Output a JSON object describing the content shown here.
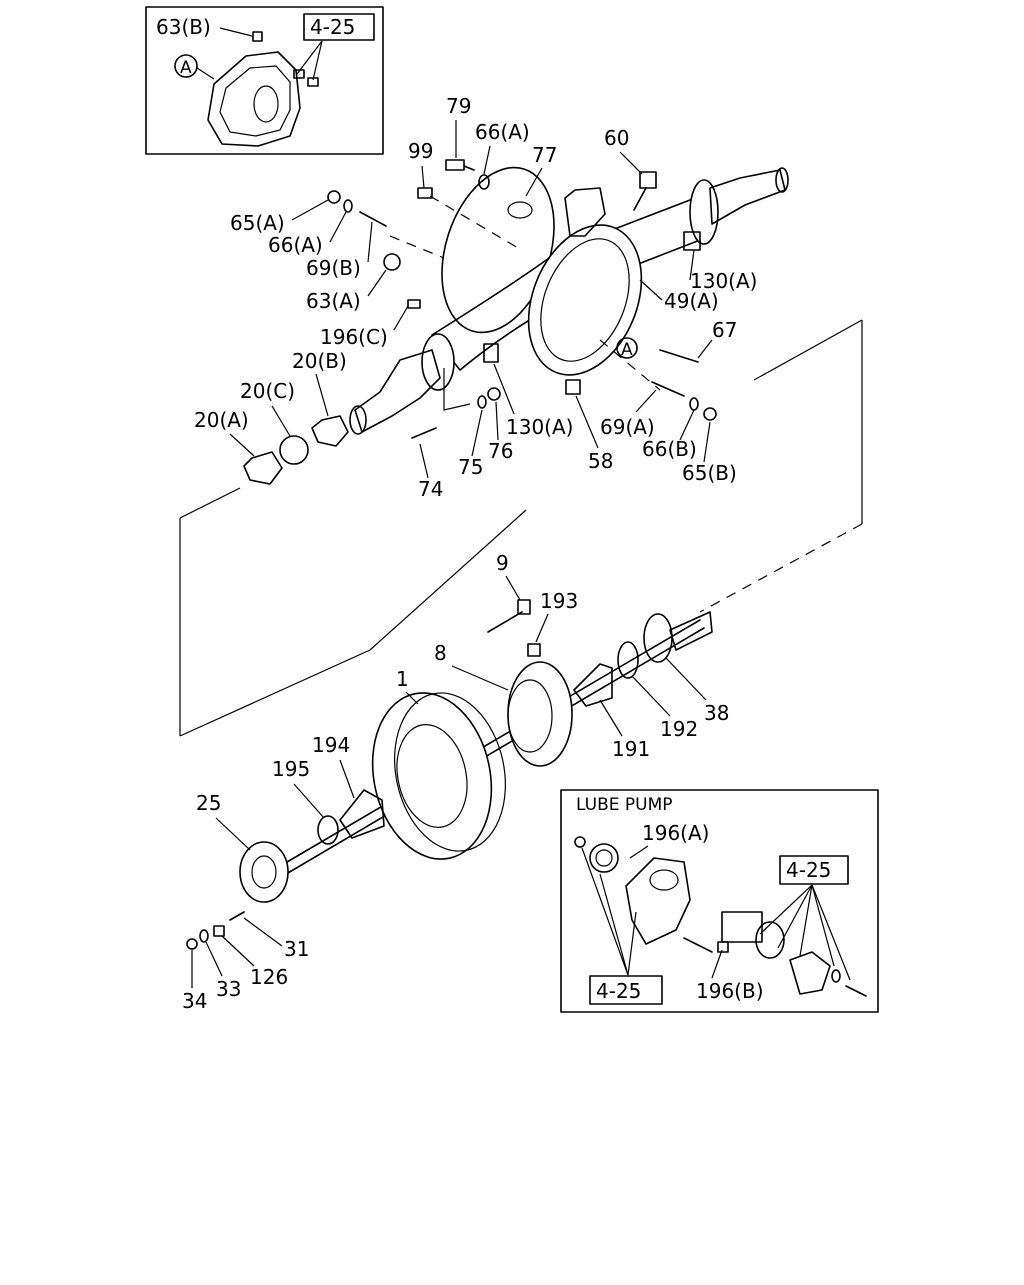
{
  "insets": {
    "top_ref_box": "4-25",
    "top_item": "63(B)",
    "top_circle": "A",
    "lube_title": "LUBE PUMP",
    "lube_ref_right": "4-25",
    "lube_ref_bottom": "4-25",
    "lube_196a": "196(A)",
    "lube_196b": "196(B)"
  },
  "housing_labels": {
    "l79": "79",
    "l66a_top": "66(A)",
    "l77": "77",
    "l60": "60",
    "l99": "99",
    "l65a": "65(A)",
    "l66a": "66(A)",
    "l69b": "69(B)",
    "l63a": "63(A)",
    "l196c": "196(C)",
    "l130a_right": "130(A)",
    "l49a": "49(A)",
    "l67": "67",
    "circle_a": "A",
    "l20b": "20(B)",
    "l20c": "20(C)",
    "l20a": "20(A)",
    "l130a_mid": "130(A)",
    "l69a": "69(A)",
    "l58": "58",
    "l76": "76",
    "l75": "75",
    "l74": "74",
    "l66b": "66(B)",
    "l65b": "65(B)"
  },
  "hub_labels": {
    "l9": "9",
    "l193": "193",
    "l8": "8",
    "l1": "1",
    "l38": "38",
    "l192": "192",
    "l191": "191",
    "l194": "194",
    "l195": "195",
    "l25": "25",
    "l31": "31",
    "l126": "126",
    "l33": "33",
    "l34": "34"
  }
}
